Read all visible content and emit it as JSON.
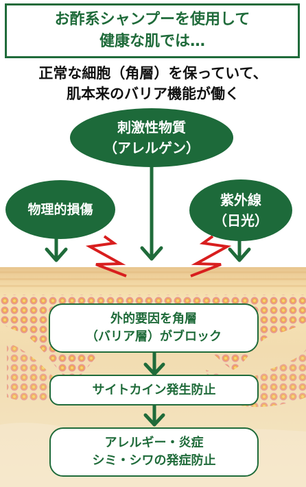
{
  "title": {
    "line1": "お酢系シャンプーを使用して",
    "line2": "健康な肌では…"
  },
  "subtitle": {
    "line1": "正常な細胞（角層）を保っていて、",
    "line2": "肌本来のバリア機能が働く"
  },
  "factors": {
    "stimulus": {
      "line1": "刺激性物質",
      "line2": "（アレルゲン）"
    },
    "physical": {
      "line1": "物理的損傷"
    },
    "uv": {
      "line1": "紫外線",
      "line2": "（日光）"
    }
  },
  "flow": {
    "block": {
      "line1": "外的要因を角層",
      "line2": "（バリア層）がブロック"
    },
    "cytokine": {
      "line1": "サイトカイン発生防止"
    },
    "prevent": {
      "line1": "アレルギー・炎症",
      "line2": "シミ・シワの発症防止"
    }
  },
  "colors": {
    "green": "#1f6b3a",
    "oval_fill": "#1d6a3a",
    "lightning": "#d81e1e",
    "skin": "#f3d9a6",
    "cell_pink": "#e9a0b4",
    "cell_orange": "#f2b441"
  }
}
